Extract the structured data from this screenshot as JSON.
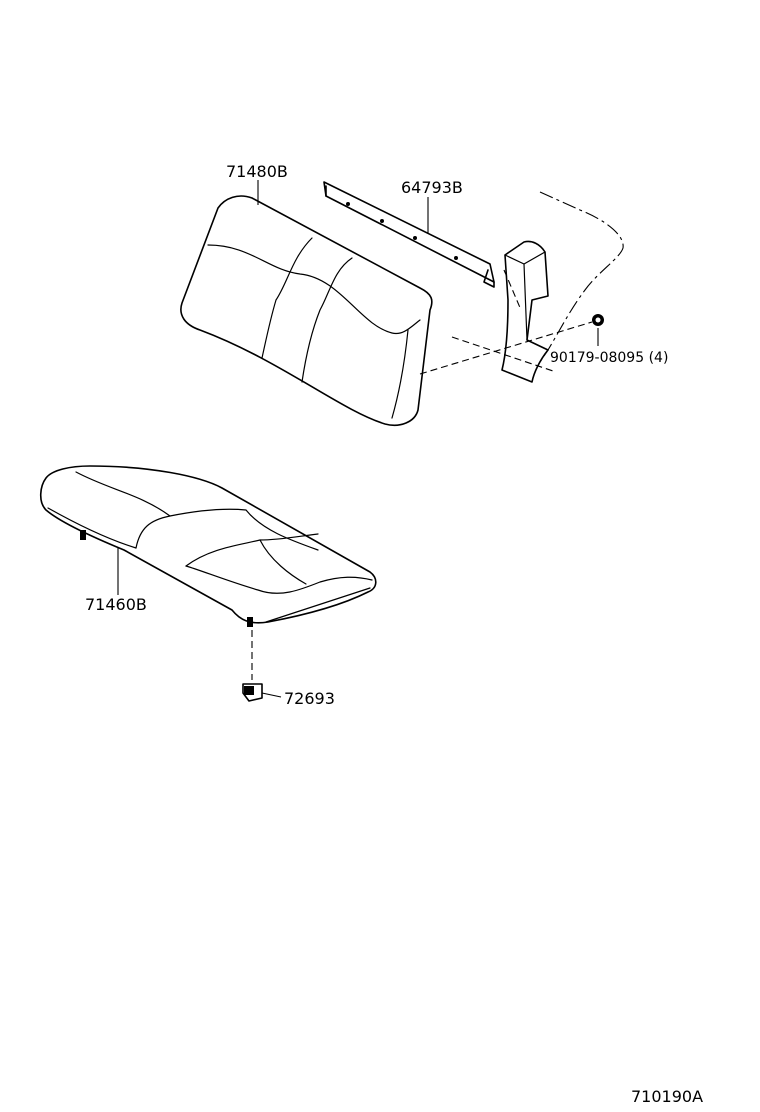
{
  "parts": {
    "seatback": "71480B",
    "bracket": "64793B",
    "bolt": "90179-08095 (4)",
    "cushion": "71460B",
    "clip": "72693"
  },
  "figure_code": "710190A"
}
